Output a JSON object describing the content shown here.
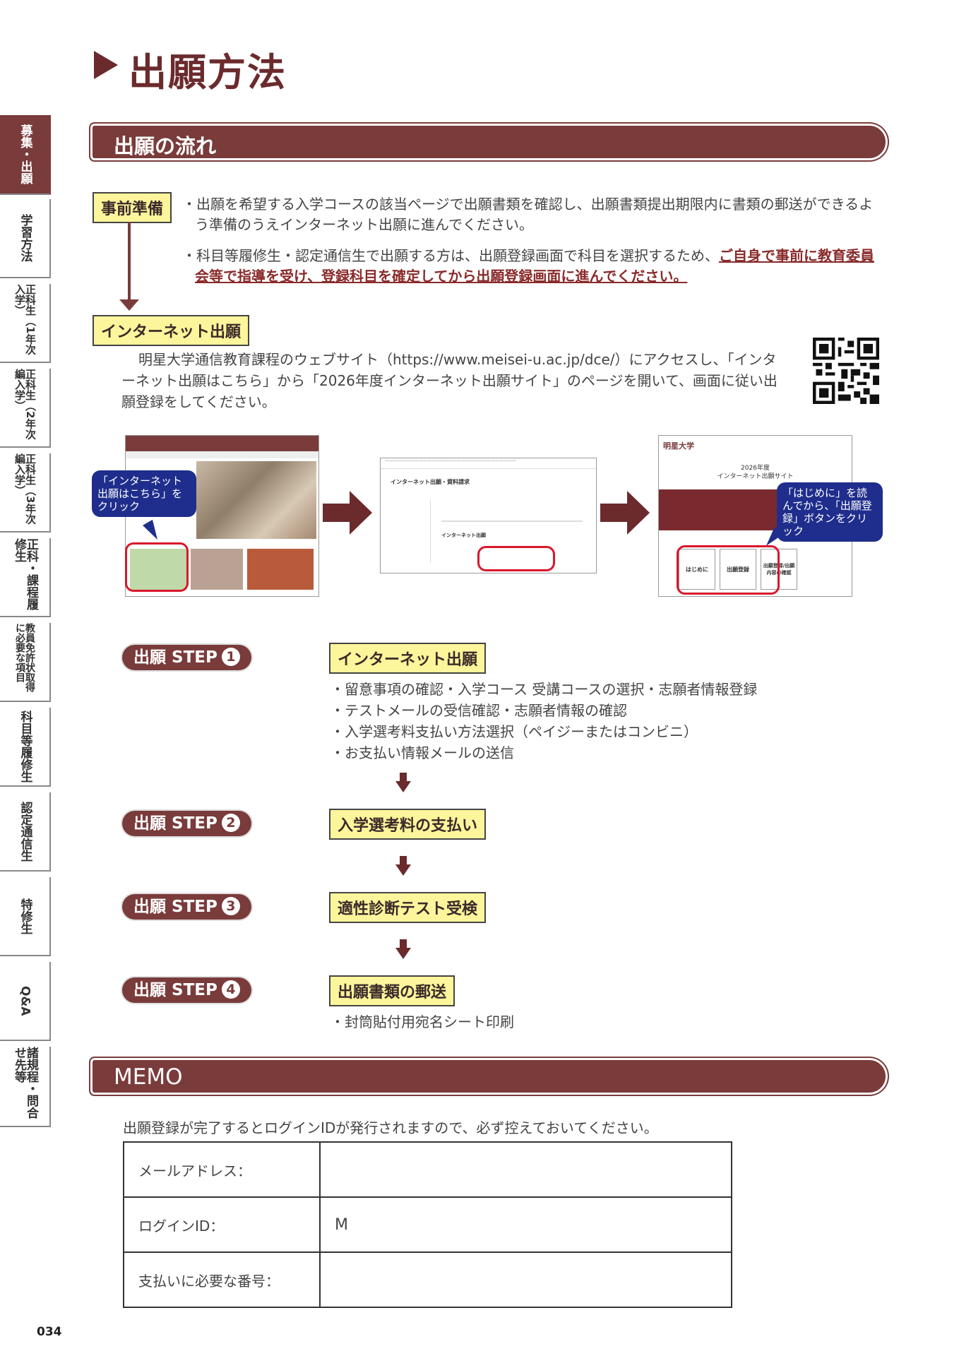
{
  "page": {
    "title": "出願方法",
    "page_number": "034"
  },
  "sidebar": {
    "tabs": [
      {
        "label": "募集・出願",
        "active": true
      },
      {
        "label": "学習方法",
        "active": false
      },
      {
        "label": "正科生（1年次入学）",
        "active": false
      },
      {
        "label": "正科生（2年次編入学）",
        "active": false
      },
      {
        "label": "正科生（3年次編入学）",
        "active": false
      },
      {
        "label": "正科・課程履修生",
        "active": false
      },
      {
        "label": "教員免許状取得に必要な項目",
        "active": false
      },
      {
        "label": "科目等履修生",
        "active": false
      },
      {
        "label": "認定通信生",
        "active": false
      },
      {
        "label": "特修生",
        "active": false
      },
      {
        "label": "Q&A",
        "active": false
      },
      {
        "label": "諸規程・問合せ先等",
        "active": false
      }
    ]
  },
  "flow": {
    "header": "出願の流れ",
    "prep_label": "事前準備",
    "prep_bullet1": "・出願を希望する入学コースの該当ページで出願書類を確認し、出願書類提出期限内に書類の郵送ができるよう準備のうえインターネット出願に進んでください。",
    "prep_bullet2_prefix": "・科目等履修生・認定通信生で出願する方は、出願登録画面で科目を選択するため、",
    "prep_bullet2_emphasis": "ご自身で事前に教育委員会等で指導を受け、登録科目を確定してから出願登録画面に進んでください。",
    "internet_label": "インターネット出願",
    "internet_text": "明星大学通信教育課程のウェブサイト（https://www.meisei-u.ac.jp/dce/）にアクセスし、「インターネット出願はこちら」から「2026年度インターネット出願サイト」のページを開いて、画面に従い出願登録をしてください。"
  },
  "screens": {
    "callout1": "「インターネット出願はこちら」をクリック",
    "callout2": "「はじめに」を読んでから、「出願登録」ボタンをクリック",
    "site3_logo": "明星大学",
    "site3_title1": "2026年度",
    "site3_title2": "インターネット出願サイト",
    "btn_hajimeni": "はじめに",
    "btn_touroku": "出願登録",
    "btn_kakunin": "出願登録/出願内容の確認",
    "site2_heading": "インターネット出願・資料請求",
    "site2_subheading": "インターネット出願"
  },
  "steps": [
    {
      "pill": "出願 STEP",
      "num": "1",
      "label": "インターネット出願",
      "bullets": [
        "・留意事項の確認・入学コース 受講コースの選択・志願者情報登録",
        "・テストメールの受信確認・志願者情報の確認",
        "・入学選考料支払い方法選択（ペイジーまたはコンビニ）",
        "・お支払い情報メールの送信"
      ]
    },
    {
      "pill": "出願 STEP",
      "num": "2",
      "label": "入学選考料の支払い",
      "bullets": []
    },
    {
      "pill": "出願 STEP",
      "num": "3",
      "label": "適性診断テスト受検",
      "bullets": []
    },
    {
      "pill": "出願 STEP",
      "num": "4",
      "label": "出願書類の郵送",
      "bullets": [
        "・封筒貼付用宛名シート印刷"
      ]
    }
  ],
  "memo": {
    "header": "MEMO",
    "note": "出願登録が完了するとログインIDが発行されますので、必ず控えておいてください。",
    "rows": [
      {
        "key": "メールアドレス：",
        "value": ""
      },
      {
        "key": "ログインID：",
        "value": "M"
      },
      {
        "key": "支払いに必要な番号：",
        "value": ""
      }
    ]
  },
  "colors": {
    "brand": "#7a3b3b",
    "highlight": "#fdf59b",
    "callout": "#1f2e8c",
    "alert": "#d9172b"
  },
  "icons": [
    "triangle-bullet-icon",
    "qr-code-icon",
    "right-arrow-icon",
    "down-arrow-icon"
  ]
}
